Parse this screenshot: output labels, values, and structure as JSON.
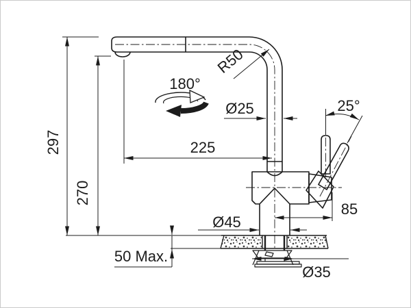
{
  "diagram": {
    "kind": "faucet-installation-technical-drawing",
    "labels": {
      "total_height": "297",
      "height_to_spout": "270",
      "swivel_angle": "180°",
      "bend_radius": "R50",
      "spout_tube_diameter": "Ø25",
      "spout_reach": "225",
      "lever_angle": "25°",
      "handle_offset": "85",
      "body_base_diameter": "Ø45",
      "max_deck_thickness": "50 Max.",
      "mounting_hole_diameter": "Ø35"
    },
    "colors": {
      "line": "#1c1c1c",
      "background": "#ffffff",
      "frame": "#c9c9c9"
    }
  }
}
